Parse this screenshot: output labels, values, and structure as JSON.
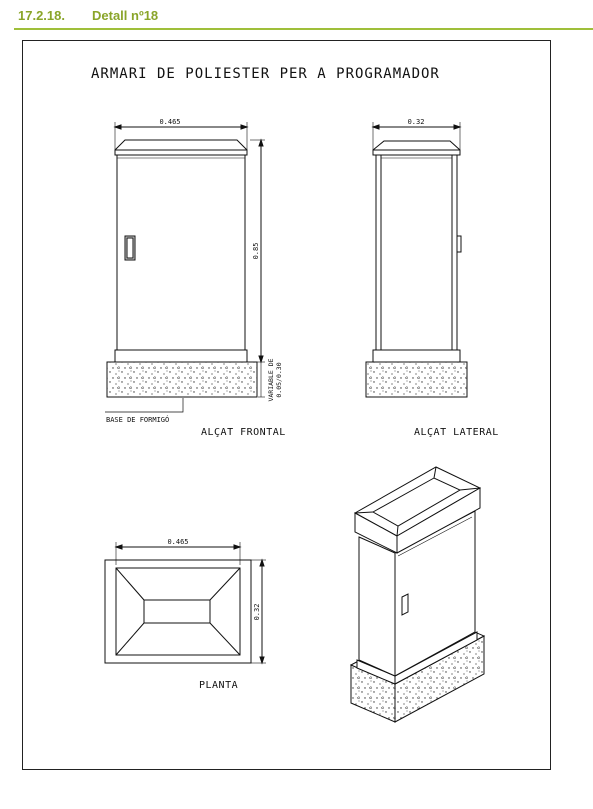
{
  "header": {
    "section_number": "17.2.18.",
    "section_title": "Detall nº18"
  },
  "drawing": {
    "title": "ARMARI DE POLIESTER PER A PROGRAMADOR",
    "front": {
      "width_dim": "0.465",
      "height_dim": "0.85",
      "base_dim_line1": "VARIABLE DE",
      "base_dim_line2": "0.05/0.30",
      "base_label": "BASE DE FORMIGÓ",
      "caption": "ALÇAT FRONTAL"
    },
    "side": {
      "width_dim": "0.32",
      "caption": "ALÇAT LATERAL"
    },
    "plan": {
      "width_dim": "0.465",
      "depth_dim": "0.32",
      "caption": "PLANTA"
    }
  }
}
